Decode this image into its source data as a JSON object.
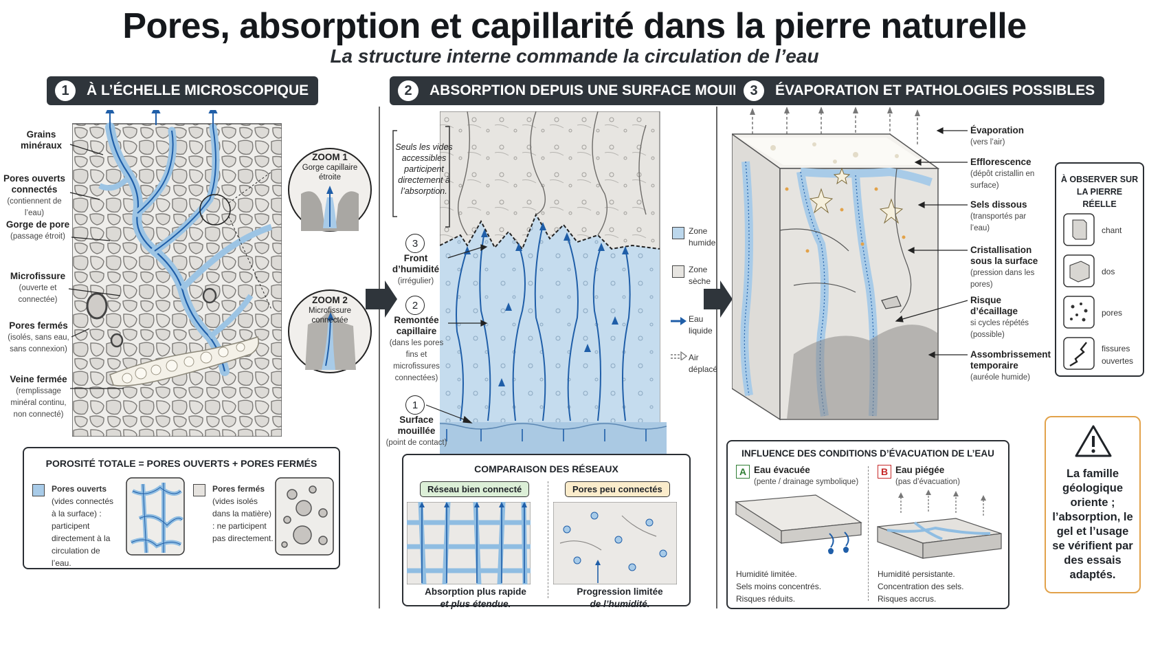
{
  "title": "Pores, absorption et capillarité dans la pierre naturelle",
  "subtitle": "La structure interne commande la circulation de l’eau",
  "colors": {
    "water": "#bcd7ec",
    "water_line": "#1f5ea8",
    "stone": "#e9e7e3",
    "dark_header": "#2f353b",
    "warning": "#e2a24a"
  },
  "s1": {
    "num": "1",
    "header": "À L’ÉCHELLE MICROSCOPIQUE",
    "labels": {
      "grains": "Grains minéraux",
      "pores_ouverts": "Pores ouverts connectés",
      "pores_ouverts_s": "(contiennent de l’eau)",
      "gorge": "Gorge de pore",
      "gorge_s": "(passage étroit)",
      "microfissure": "Microfissure",
      "microfissure_s": "(ouverte et connectée)",
      "pores_fermes": "Pores fermés",
      "pores_fermes_s": "(isolés, sans eau, sans connexion)",
      "veine": "Veine fermée",
      "veine_s": "(remplissage minéral continu, non connecté)"
    },
    "zoom1": {
      "title": "ZOOM 1",
      "text": "Gorge capillaire étroite"
    },
    "zoom2": {
      "title": "ZOOM 2",
      "text": "Microfissure connectée"
    },
    "porosite": {
      "formula": "POROSITÉ TOTALE = PORES OUVERTS + PORES FERMÉS",
      "open_title": "Pores ouverts",
      "open_text": "(vides connectés à la surface) : participent directement à la circulation de l’eau.",
      "closed_title": "Pores fermés",
      "closed_text": "(vides isolés dans la matière) : ne participent pas directement."
    }
  },
  "s2": {
    "num": "2",
    "header": "ABSORPTION DEPUIS UNE SURFACE MOUILLÉE",
    "note": "Seuls les vides accessibles participent directement à l’absorption.",
    "front": {
      "num": "3",
      "title": "Front d’humidité",
      "sub": "(irrégulier)"
    },
    "remontee": {
      "num": "2",
      "title": "Remontée capillaire",
      "sub": "(dans les pores fins et microfissures connectées)"
    },
    "surface": {
      "num": "1",
      "title": "Surface mouillée",
      "sub": "(point de contact)"
    },
    "legend": {
      "humide": "Zone humide",
      "seche": "Zone sèche",
      "eau": "Eau liquide",
      "air": "Air déplacé"
    },
    "comparaison": {
      "title": "COMPARAISON DES RÉSEAUX",
      "good_tag": "Réseau bien connecté",
      "bad_tag": "Pores peu connectés",
      "good_caption_1": "Absorption plus rapide",
      "good_caption_2": "et plus étendue.",
      "bad_caption_1": "Progression limitée",
      "bad_caption_2": "de l’humidité."
    }
  },
  "s3": {
    "num": "3",
    "header": "ÉVAPORATION ET PATHOLOGIES POSSIBLES",
    "labels": {
      "evap": "Évaporation",
      "evap_s": "(vers l’air)",
      "efflo": "Efflorescence",
      "efflo_s": "(dépôt cristallin en surface)",
      "sels": "Sels dissous",
      "sels_s": "(transportés par l’eau)",
      "cristal": "Cristallisation sous la surface",
      "cristal_s": "(pression dans les pores)",
      "ecaillage": "Risque d’écaillage",
      "ecaillage_s": "si cycles répétés (possible)",
      "assomb": "Assombrissement temporaire",
      "assomb_s": "(auréole humide)"
    },
    "observer": {
      "title": "À OBSERVER SUR LA PIERRE RÉELLE",
      "items": [
        "chant",
        "dos",
        "pores",
        "fissures ouvertes"
      ]
    },
    "influence": {
      "title": "INFLUENCE DES CONDITIONS D’ÉVACUATION DE L’EAU",
      "a_letter": "A",
      "a_title": "Eau évacuée",
      "a_sub": "(pente / drainage symbolique)",
      "b_letter": "B",
      "b_title": "Eau piégée",
      "b_sub": "(pas d’évacuation)",
      "a_text": [
        "Humidité limitée.",
        "Sels moins concentrés.",
        "Risques réduits."
      ],
      "b_text": [
        "Humidité persistante.",
        "Concentration des sels.",
        "Risques accrus."
      ]
    },
    "warning": "La famille géologique oriente ; l’absorption, le gel et l’usage se vérifient par des essais adaptés."
  }
}
